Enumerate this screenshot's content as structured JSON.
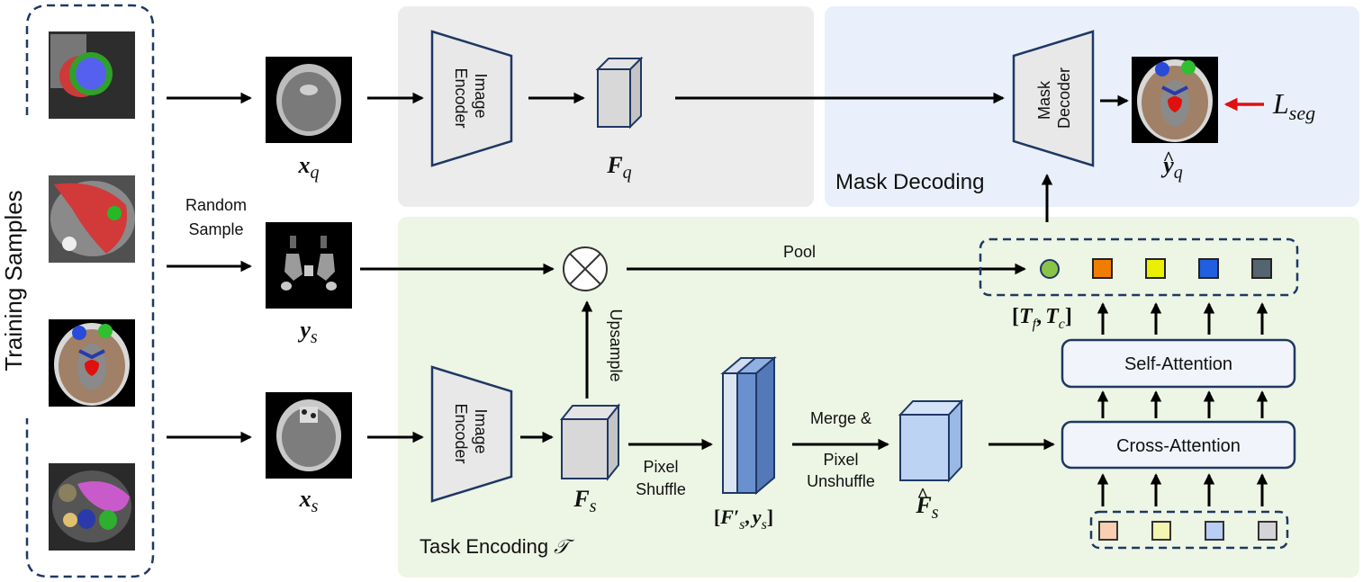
{
  "training_panel": {
    "label": "Training Samples"
  },
  "random_sample": {
    "line1": "Random",
    "line2": "Sample"
  },
  "panels": {
    "mask_decoding": "Mask Decoding",
    "task_encoding": "Task Encoding",
    "task_encoding_symbol": "𝒯"
  },
  "blocks": {
    "image_encoder_top_l1": "Image",
    "image_encoder_top_l2": "Encoder",
    "image_encoder_bot_l1": "Image",
    "image_encoder_bot_l2": "Encoder",
    "mask_decoder_l1": "Mask",
    "mask_decoder_l2": "Decoder",
    "self_attention": "Self-Attention",
    "cross_attention": "Cross-Attention"
  },
  "labels": {
    "pool": "Pool",
    "upsample": "Upsample",
    "pixel_shuffle_l1": "Pixel",
    "pixel_shuffle_l2": "Shuffle",
    "merge_l1": "Merge &",
    "merge_l2": "Pixel",
    "merge_l3": "Unshuffle"
  },
  "math": {
    "x": "x",
    "q": "q",
    "s": "s",
    "y": "y",
    "F": "F",
    "F_prime": "F′",
    "L": "L",
    "seg": "seg",
    "T": "T",
    "f": "f",
    "c": "c",
    "lbr": "[",
    "rbr": "]",
    "comma": ",",
    "hat": "^"
  },
  "colors": {
    "gray_panel": "#ececec",
    "blue_panel": "#e9f0fb",
    "green_panel": "#edf5e4",
    "border_navy": "#1f3864",
    "cube_face": "#d8d8d8",
    "cube_blue": "#bcd3f3",
    "loss_arrow": "#e01010",
    "token_green": "#8bc34a",
    "token_orange": "#f07d00",
    "token_yellow": "#e8ef00",
    "token_blue": "#1f5fe0",
    "token_slate": "#546470",
    "query_orange": "#f8cfb3",
    "query_yellow": "#f3f5b0",
    "query_blue": "#b9cdf5",
    "query_gray": "#d4d4d8"
  },
  "icons": [
    "multiply-circle-icon",
    "image-thumbnail"
  ]
}
